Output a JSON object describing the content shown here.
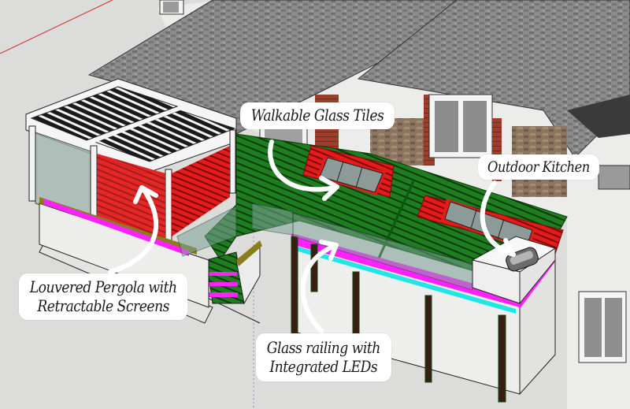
{
  "diagram": {
    "type": "3d-architectural-rendering",
    "subject": "Rear deck design with pergola, glass tiles, outdoor kitchen and glass railing",
    "colors": {
      "background": "#dcdcda",
      "roof": "#8a8a8a",
      "deck_boards": "#1f7a1f",
      "accent_boards": "#e01818",
      "led_strip_magenta": "#ff22ff",
      "led_strip_cyan": "#22e6e6",
      "glass": "#7fa39a",
      "skirting": "#ececec",
      "brick": "#9a3b2a",
      "axis_red": "#d23a3a"
    }
  },
  "callouts": {
    "glass_tiles": {
      "lines": [
        "Walkable Glass Tiles"
      ]
    },
    "kitchen": {
      "lines": [
        "Outdoor Kitchen"
      ]
    },
    "pergola": {
      "lines": [
        "Louvered Pergola with",
        "Retractable Screens"
      ]
    },
    "railing": {
      "lines": [
        "Glass railing with",
        "Integrated LEDs"
      ]
    }
  }
}
